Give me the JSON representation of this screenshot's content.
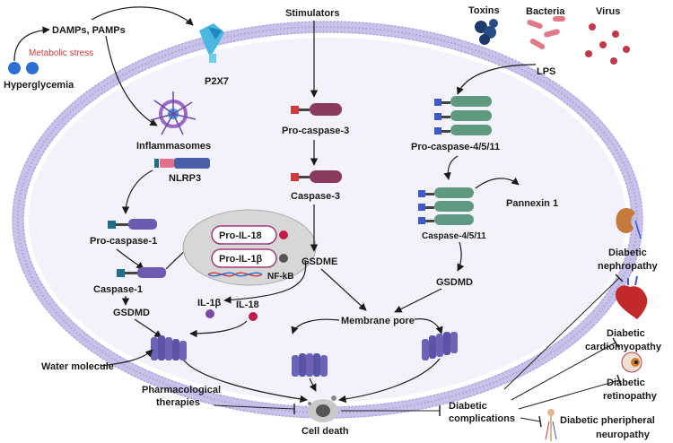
{
  "labels": {
    "hyperglycemia": "Hyperglycemia",
    "metabolic_stress": "Metabolic stress",
    "damps_pamps": "DAMPs, PAMPs",
    "p2x7": "P2X7",
    "stimulators": "Stimulators",
    "toxins": "Toxins",
    "bacteria": "Bacteria",
    "virus": "Virus",
    "lps": "LPS",
    "inflammasomes": "Inflammasomes",
    "nlrp3": "NLRP3",
    "pro_caspase_3": "Pro-caspase-3",
    "caspase_3": "Caspase-3",
    "pro_caspase_4511": "Pro-caspase-4/5/11",
    "caspase_4511": "Caspase-4/5/11",
    "pannexin_1": "Pannexin 1",
    "pro_caspase_1": "Pro-caspase-1",
    "caspase_1": "Caspase-1",
    "pro_il18": "Pro-IL-18",
    "pro_il1b": "Pro-IL-1β",
    "nfkb": "NF-kB",
    "gsdme": "GSDME",
    "gsdmd_left": "GSDMD",
    "gsdmd_right": "GSDMD",
    "il1b": "IL-1β",
    "il18": "IL-18",
    "membrane_pore": "Membrane pore",
    "water_molecule": "Water molecule",
    "pharmacological_l1": "Pharmacological",
    "pharmacological_l2": "therapies",
    "cell_death": "Cell death",
    "complications_l1": "Diabetic",
    "complications_l2": "complications",
    "nephropathy_l1": "Diabetic",
    "nephropathy_l2": "nephropathy",
    "cardiomyopathy_l1": "Diabetic",
    "cardiomyopathy_l2": "cardiomyopathy",
    "retinopathy_l1": "Diabetic",
    "retinopathy_l2": "retinopathy",
    "neuropathy_l1": "Diabetic pheripheral",
    "neuropathy_l2": "neuropathy"
  },
  "colors": {
    "membrane": "#a8a2d6",
    "cell_fill": "#f3f2fb",
    "pore": "#6a63b8",
    "caspase_purple": "#8a3a5e",
    "caspase_green": "#5f9a80",
    "procaspase1": "#6b5ab0",
    "red_accent": "#d23a3a",
    "blue_square": "#3e5ad0",
    "teal_square": "#1f6f86",
    "nfkb_bg": "#d7d7d7"
  },
  "icons": {
    "kidney": "kidney-icon",
    "heart": "heart-icon",
    "eye": "eye-icon",
    "nerve": "nerve-icon",
    "dead_cell": "dead-cell-icon"
  }
}
